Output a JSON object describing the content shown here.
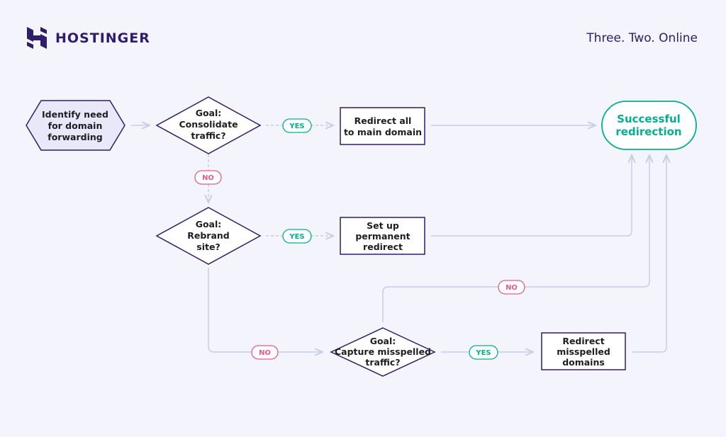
{
  "brand": {
    "name": "HOSTINGER",
    "tagline": "Three. Two. Online"
  },
  "colors": {
    "primary": "#2f1c6a",
    "success": "#00b090",
    "no": "#e35b8c",
    "connector": "#c6cde6",
    "background": "#f4f4fc",
    "start_fill": "#e9e8fb"
  },
  "icons": {
    "logo": "hostinger-h-logo-icon"
  },
  "nodes": {
    "start": {
      "lines": [
        "Identify need",
        "for domain",
        "forwarding"
      ]
    },
    "goal_consolidate": {
      "lines": [
        "Goal:",
        "Consolidate",
        "traffic?"
      ]
    },
    "redirect_main": {
      "lines": [
        "Redirect all",
        "to main domain"
      ]
    },
    "success": {
      "lines": [
        "Successful",
        "redirection"
      ]
    },
    "goal_rebrand": {
      "lines": [
        "Goal:",
        "Rebrand",
        "site?"
      ]
    },
    "permanent": {
      "lines": [
        "Set up",
        "permanent",
        "redirect"
      ]
    },
    "goal_misspelled": {
      "lines": [
        "Goal:",
        "Capture misspelled",
        "traffic?"
      ]
    },
    "redirect_misspelled": {
      "lines": [
        "Redirect",
        "misspelled",
        "domains"
      ]
    }
  },
  "labels": {
    "yes": "YES",
    "no": "NO"
  }
}
